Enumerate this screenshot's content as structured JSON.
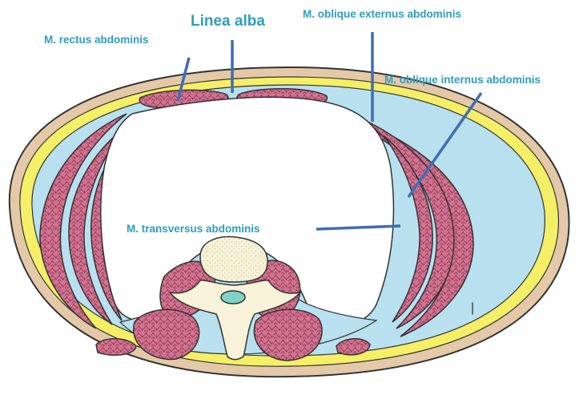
{
  "labels": {
    "linea_alba": "Linea alba",
    "rectus": "M. rectus abdominis",
    "obl_ext": "M. oblique externus abdominis",
    "obl_int": "M. oblique internus abdominis",
    "transversus": "M. transversus abdominis"
  },
  "stray_mark": "|",
  "colors": {
    "label_text": "#2e9ec0",
    "leader_line": "#3f6db5",
    "skin": "#e3c9a8",
    "fat": "#f4ef66",
    "fascia": "#b9e0ef",
    "muscle": "#cf6e8c",
    "muscle_texture": "#8a2f4f",
    "bone": "#f7f2d8",
    "spinal_canal": "#7fd3c7",
    "cavity": "#ffffff",
    "outline": "#333333"
  }
}
